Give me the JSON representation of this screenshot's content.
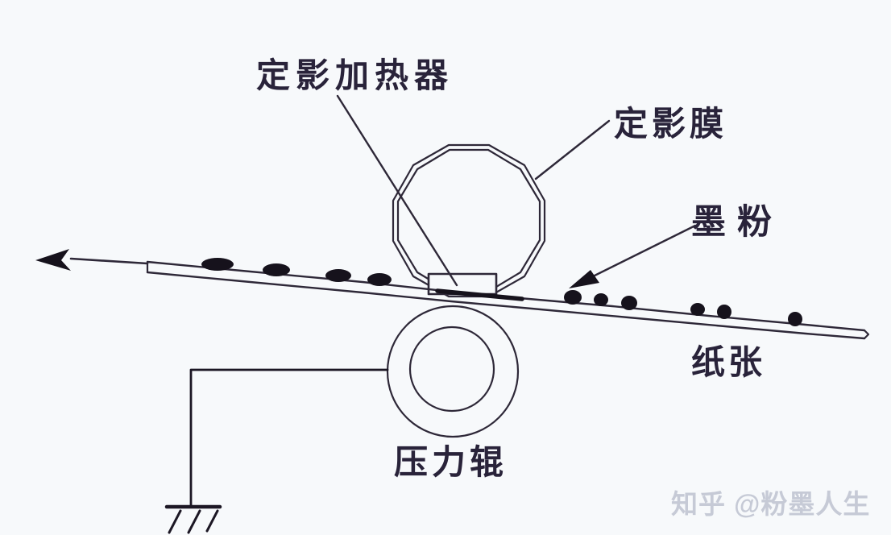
{
  "diagram": {
    "subject": "laser-printer-fuser-unit",
    "labels": {
      "fusing_heater": "定影加热器",
      "fusing_film": "定影膜",
      "toner": "墨粉",
      "paper": "纸张",
      "pressure_roller": "压力辊"
    },
    "watermark": "知乎 @粉墨人生",
    "colors": {
      "background": "#f7f9fb",
      "line": "#2e2838",
      "text": "#29233a",
      "toner_fill": "#16121c",
      "watermark": "#c6cad6"
    }
  }
}
